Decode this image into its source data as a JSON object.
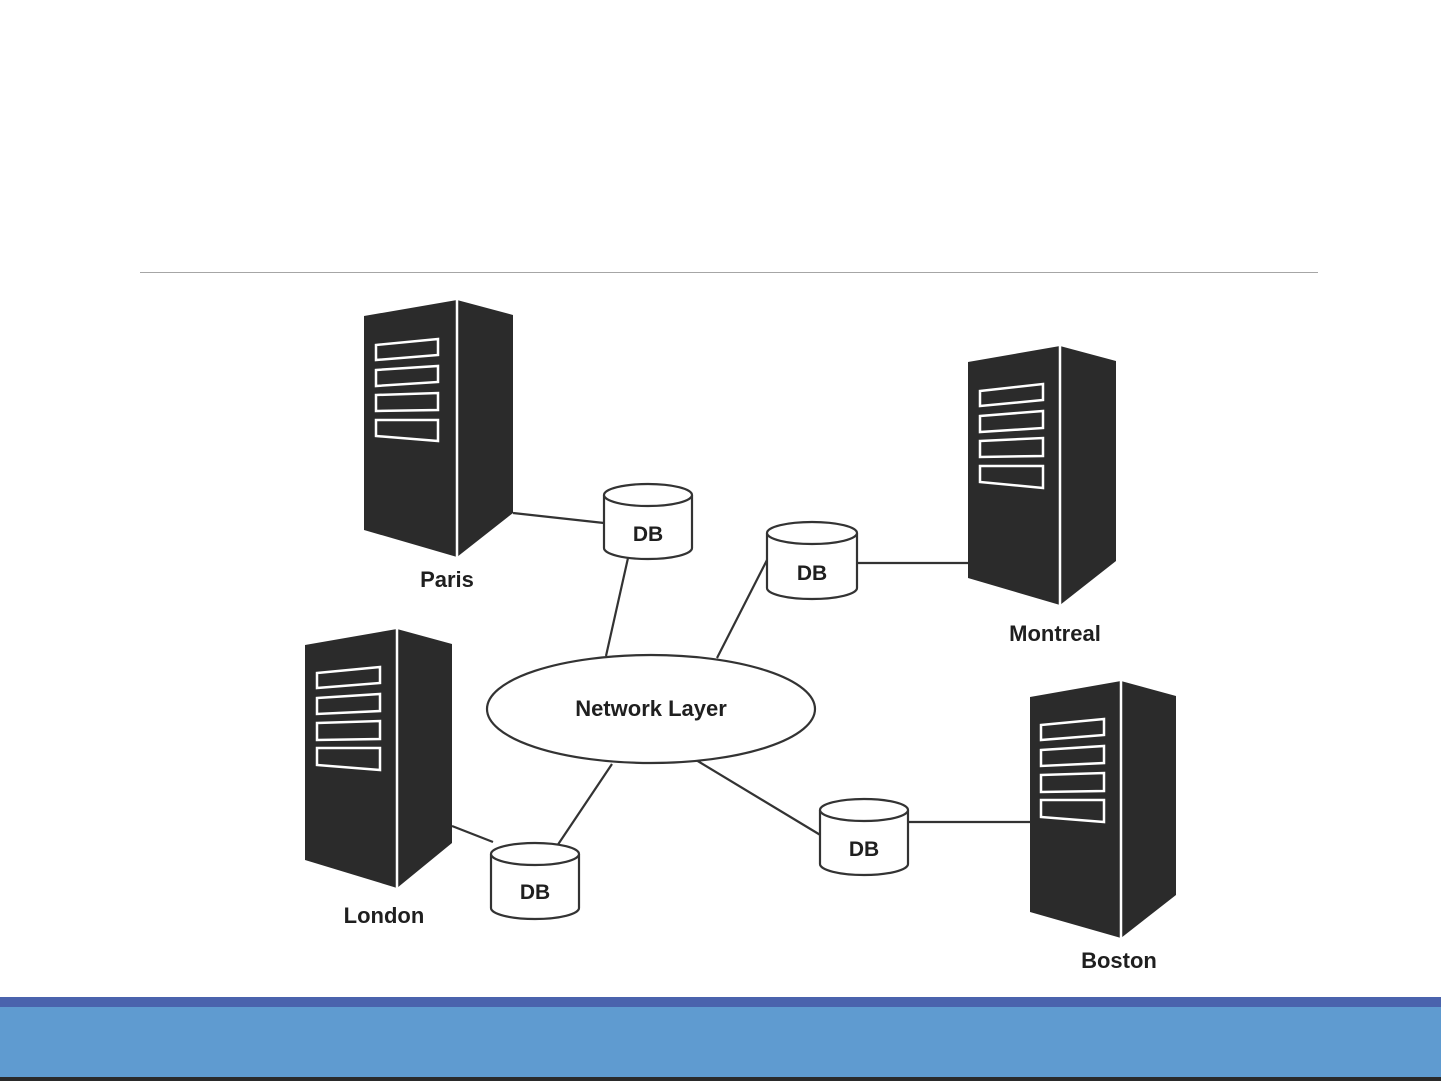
{
  "diagram": {
    "nodes": {
      "paris": "Paris",
      "montreal": "Montreal",
      "london": "London",
      "boston": "Boston"
    },
    "databases": {
      "paris_db": "DB",
      "montreal_db": "DB",
      "london_db": "DB",
      "boston_db": "DB"
    },
    "network": "Network Layer"
  },
  "colors": {
    "server": "#2b2b2b",
    "footer_top": "#4a63ad",
    "footer_main": "#5f9bd0"
  }
}
